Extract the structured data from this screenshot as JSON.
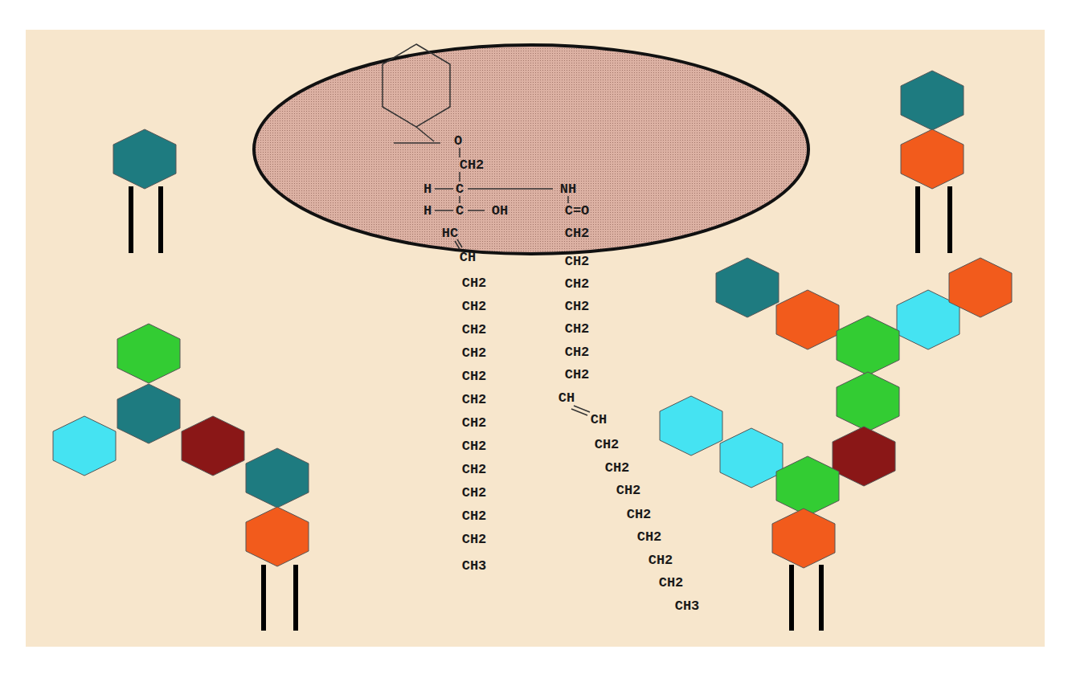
{
  "diagram": {
    "labels": [
      "O",
      "CH2",
      "H",
      "C",
      "NH",
      "H",
      "C",
      "OH",
      "C=O",
      "HC",
      "CH2",
      "CH",
      "CH2",
      "CH2",
      "CH2",
      "CH2",
      "CH2",
      "CH2",
      "CH2",
      "CH2",
      "CH2",
      "CH2",
      "CH2",
      "CH2",
      "CH2",
      "CH2",
      "CH2",
      "CH2",
      "CH2",
      "CH2",
      "CH3",
      "CH",
      "CH",
      "CH2",
      "CH2",
      "CH2",
      "CH2",
      "CH2",
      "CH2",
      "CH2",
      "CH3"
    ]
  }
}
